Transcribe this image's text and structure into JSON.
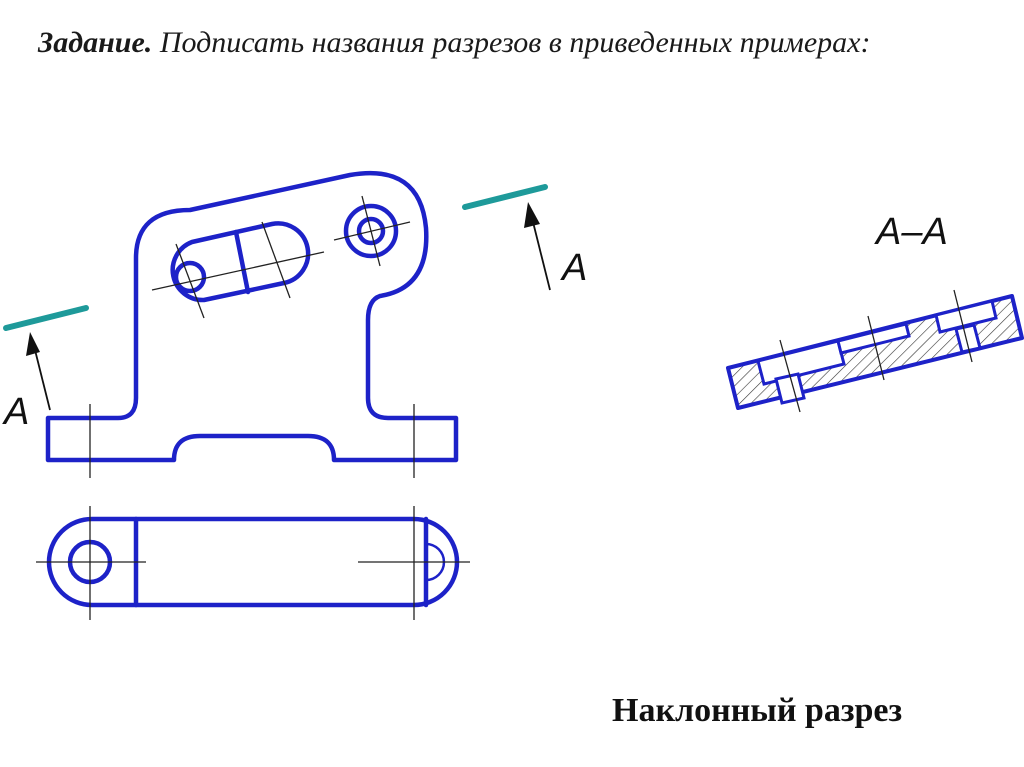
{
  "task": {
    "lead": "Задание.",
    "text": " Подписать названия разрезов в приведенных примерах:"
  },
  "labels": {
    "cut_left": "A",
    "cut_right": "A",
    "section": "A–A"
  },
  "answer": "Наклонный разрез",
  "colors": {
    "outline": "#1d22c8",
    "cut_plane": "#1e9a9a"
  }
}
